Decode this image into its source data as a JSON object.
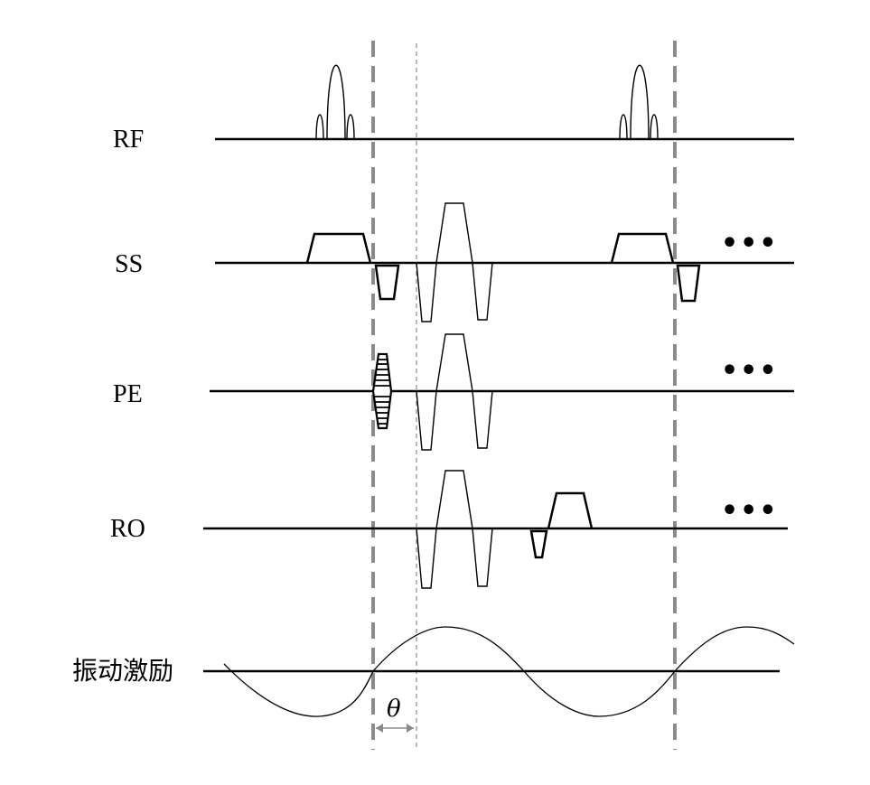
{
  "rows": [
    {
      "id": "rf",
      "label": "RF"
    },
    {
      "id": "ss",
      "label": "SS"
    },
    {
      "id": "pe",
      "label": "PE"
    },
    {
      "id": "ro",
      "label": "RO"
    },
    {
      "id": "vib",
      "label": "振动激励"
    }
  ],
  "continuation": "•••",
  "phase_symbol": "θ"
}
